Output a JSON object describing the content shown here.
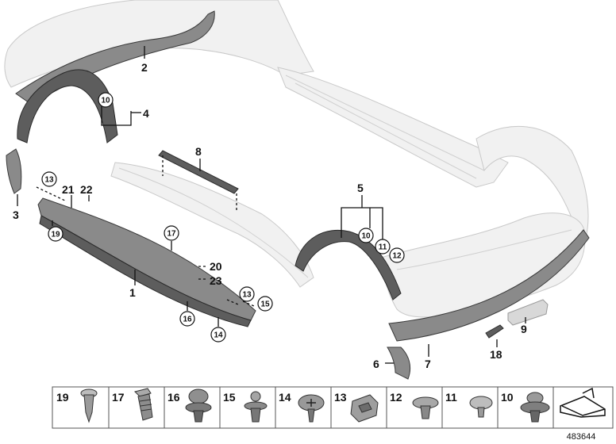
{
  "diagram": {
    "callouts": {
      "c1": "1",
      "c2": "2",
      "c3": "3",
      "c4": "4",
      "c5": "5",
      "c6": "6",
      "c7": "7",
      "c8": "8",
      "c9": "9",
      "c18": "18",
      "c20": "20",
      "c21": "21",
      "c22": "22",
      "c23": "23"
    },
    "circled": {
      "r10a": "10",
      "r10b": "10",
      "r11": "11",
      "r12": "12",
      "r13a": "13",
      "r13b": "13",
      "r14": "14",
      "r15": "15",
      "r16": "16",
      "r17": "17",
      "r19": "19"
    }
  },
  "legend": {
    "items": [
      {
        "number": "19",
        "icon": "push-rivet"
      },
      {
        "number": "17",
        "icon": "fir-tree-clip"
      },
      {
        "number": "16",
        "icon": "expanding-rivet"
      },
      {
        "number": "15",
        "icon": "screw-grommet"
      },
      {
        "number": "14",
        "icon": "cross-screw"
      },
      {
        "number": "13",
        "icon": "clip-nut"
      },
      {
        "number": "12",
        "icon": "plastic-nut"
      },
      {
        "number": "11",
        "icon": "button-clip"
      },
      {
        "number": "10",
        "icon": "collar-clip"
      },
      {
        "number": "",
        "icon": "wedge-symbol"
      }
    ]
  },
  "image_code": "483644"
}
